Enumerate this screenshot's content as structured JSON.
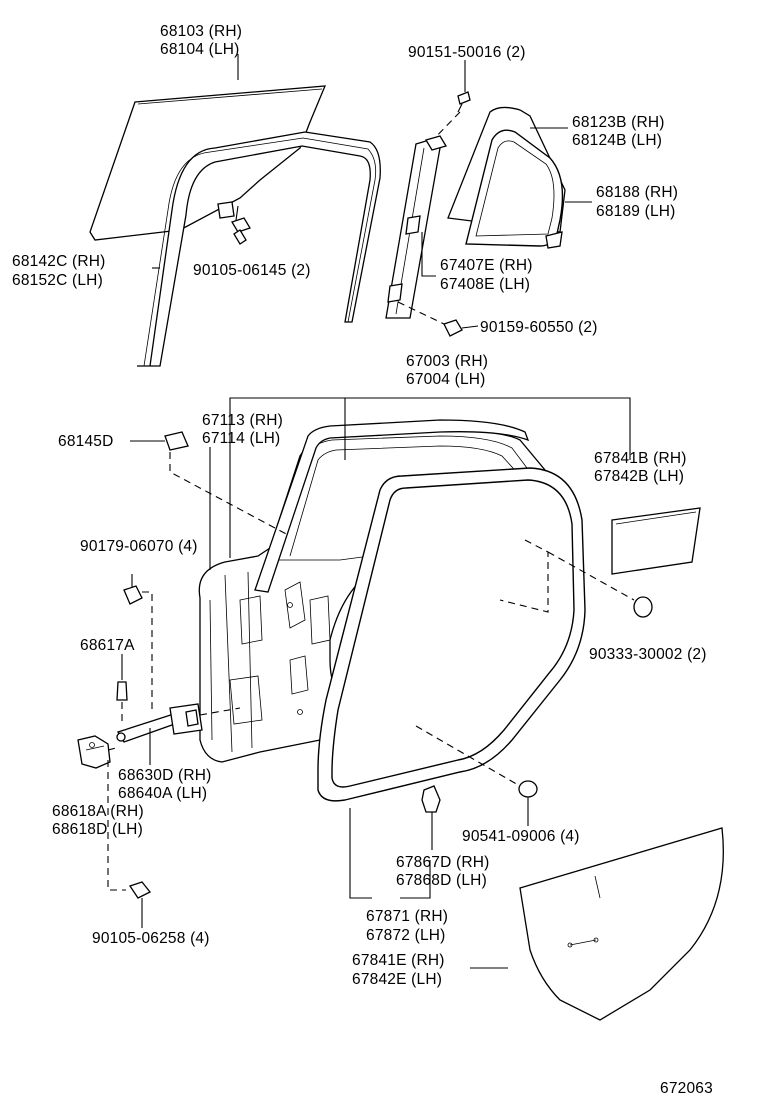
{
  "labels": {
    "l68103": "68103 (RH)",
    "l68104": "68104 (LH)",
    "l90151": "90151-50016 (2)",
    "l68123b": "68123B (RH)",
    "l68124b": "68124B (LH)",
    "l68188": "68188 (RH)",
    "l68189": "68189 (LH)",
    "l68142c": "68142C (RH)",
    "l68152c": "68152C (LH)",
    "l90105a": "90105-06145 (2)",
    "l67407e": "67407E (RH)",
    "l67408e": "67408E (LH)",
    "l90159": "90159-60550 (2)",
    "l67003": "67003 (RH)",
    "l67004": "67004 (LH)",
    "l67113": "67113 (RH)",
    "l67114": "67114 (LH)",
    "l68145d": "68145D",
    "l67841b": "67841B (RH)",
    "l67842b": "67842B (LH)",
    "l90179": "90179-06070 (4)",
    "l68617a": "68617A",
    "l90333": "90333-30002 (2)",
    "l68630d": "68630D (RH)",
    "l68640a": "68640A (LH)",
    "l68618a": "68618A (RH)",
    "l68618d": "68618D (LH)",
    "l90541": "90541-09006 (4)",
    "l67867d": "67867D (RH)",
    "l67868d": "67868D (LH)",
    "l67871": "67871 (RH)",
    "l67872": "67872 (LH)",
    "l67841e": "67841E (RH)",
    "l67842e": "67842E (LH)",
    "l90105b": "90105-06258 (4)",
    "figure_id": "672063"
  }
}
